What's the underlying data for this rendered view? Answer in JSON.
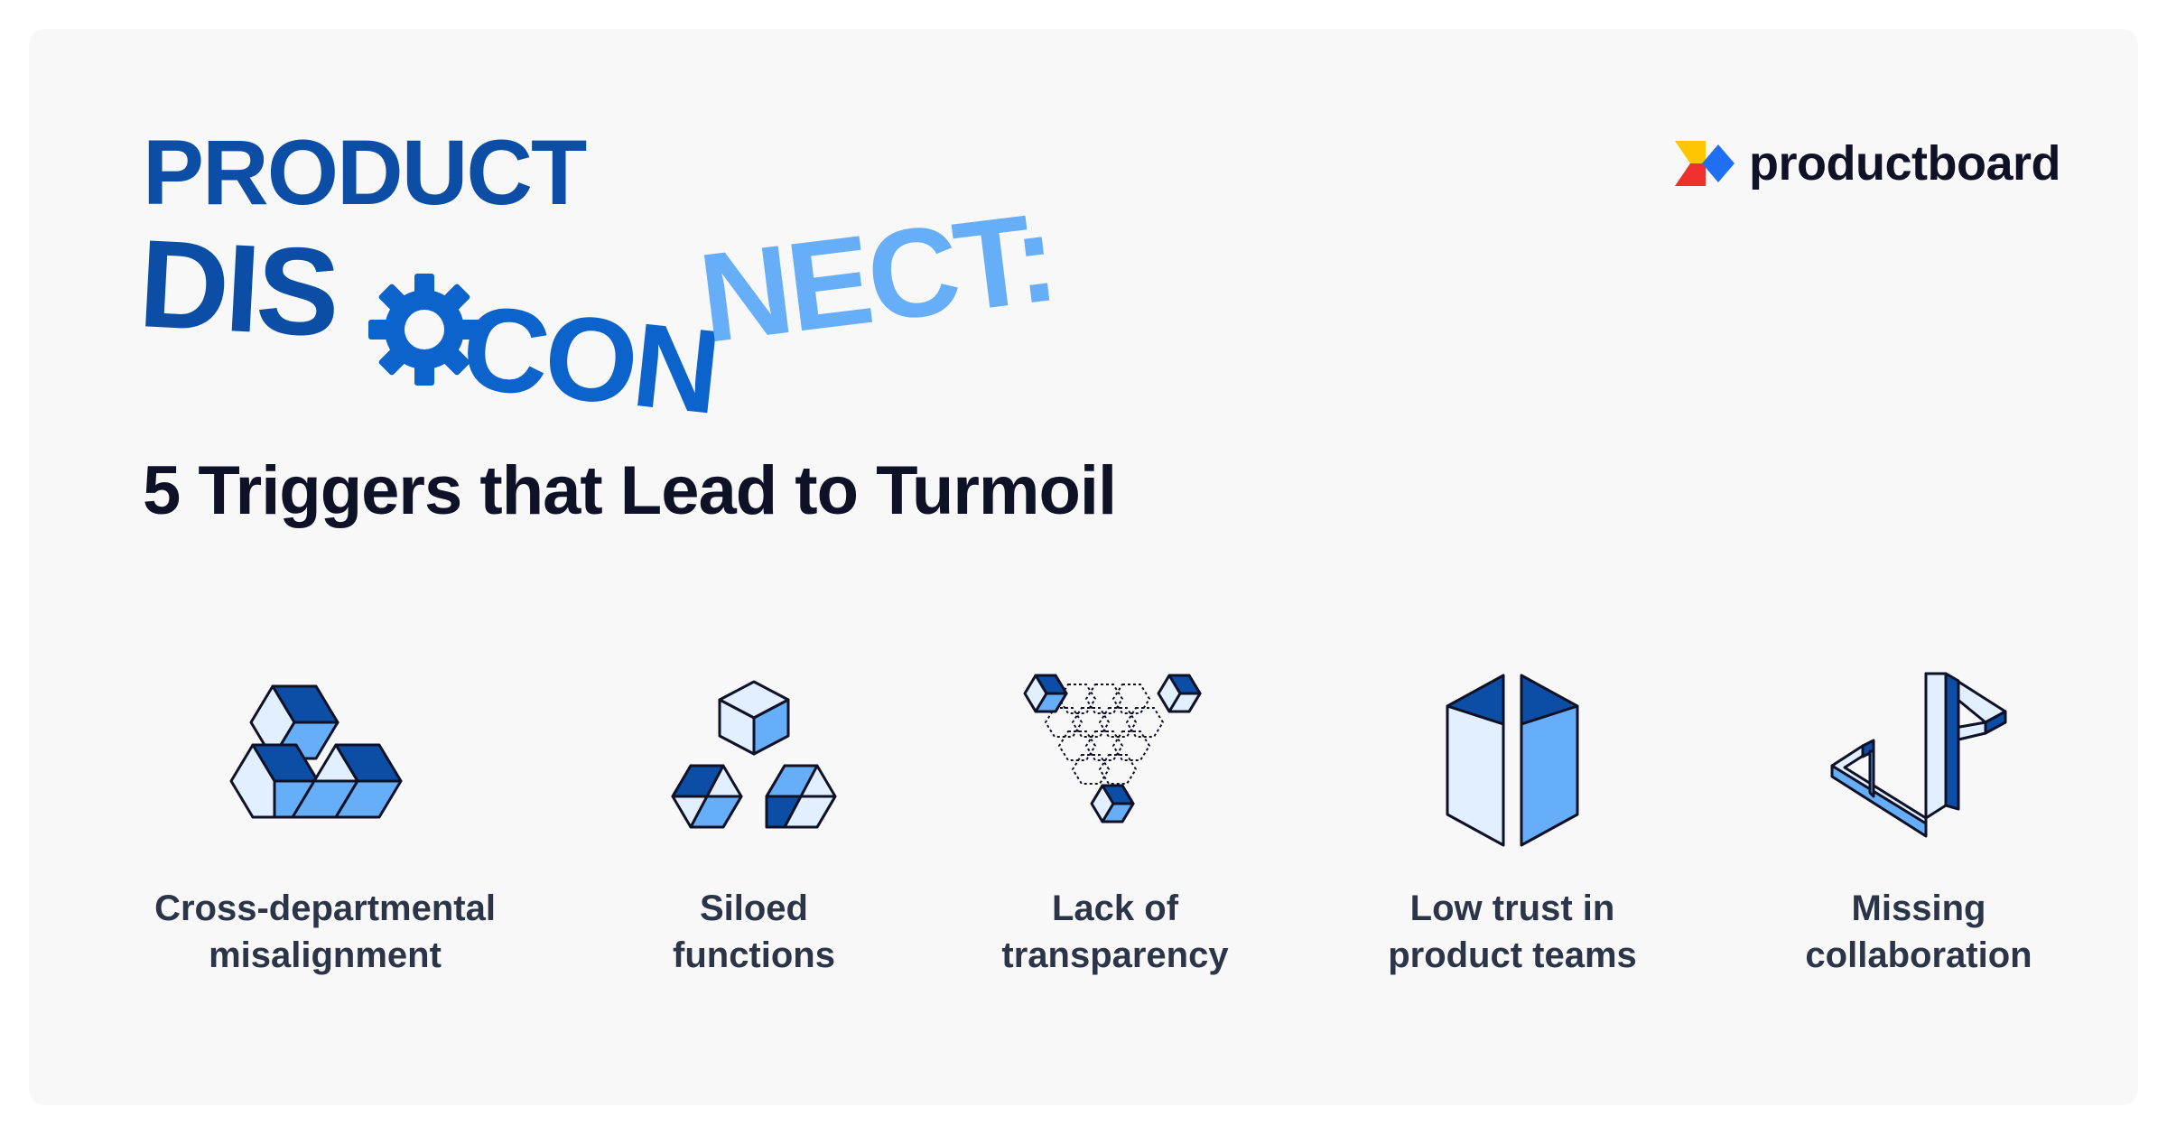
{
  "headline": {
    "line1": "PRODUCT",
    "part_dis": "DIS",
    "part_con": "CON",
    "part_nect": "NECT:"
  },
  "subtitle": "5 Triggers that Lead to Turmoil",
  "brand": {
    "name": "productboard"
  },
  "triggers": [
    {
      "label": "Cross-departmental\nmisalignment",
      "icon": "recycling-cubes-icon"
    },
    {
      "label": "Siloed\nfunctions",
      "icon": "separated-cubes-icon"
    },
    {
      "label": "Lack of\ntransparency",
      "icon": "dotted-hexagon-cubes-icon"
    },
    {
      "label": "Low trust in\nproduct teams",
      "icon": "split-box-icon"
    },
    {
      "label": "Missing\ncollaboration",
      "icon": "impossible-shape-icon"
    }
  ],
  "colors": {
    "dark_blue": "#0c4ea6",
    "mid_blue": "#0c63cc",
    "light_blue": "#66aef8",
    "pale_blue": "#e1efff",
    "ink": "#0f1126",
    "label": "#2c3547",
    "background": "#f8f8f9"
  }
}
